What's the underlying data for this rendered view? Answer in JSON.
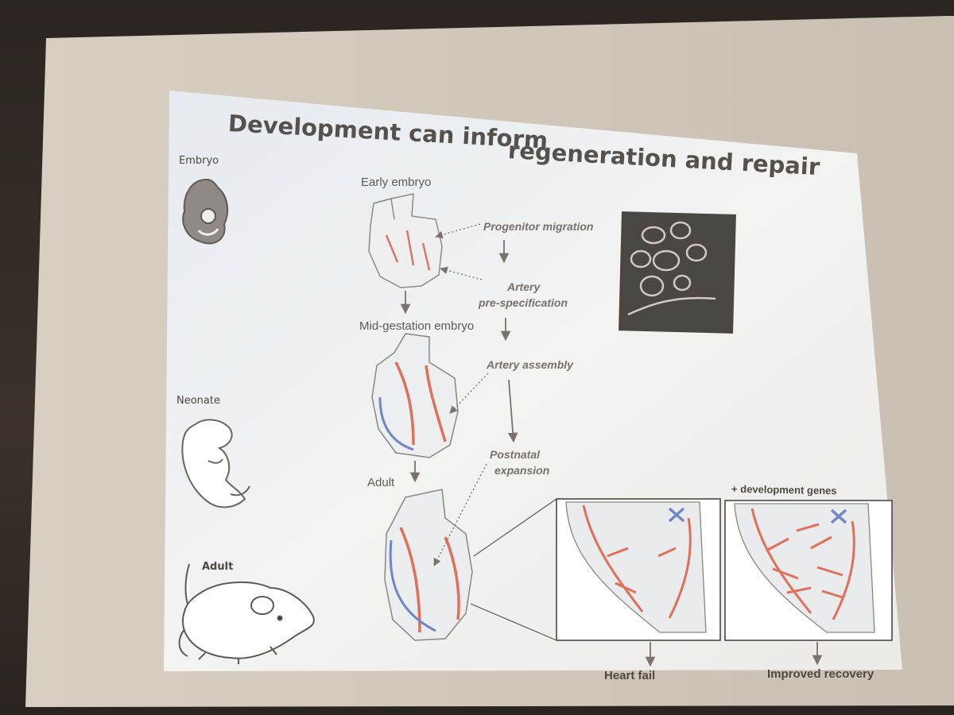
{
  "slide": {
    "title_line1": "Development can inform",
    "title_line2": "regeneration and repair",
    "organisms": {
      "embryo": "Embryo",
      "neonate": "Neonate",
      "adult": "Adult"
    },
    "stages": {
      "early": "Early embryo",
      "mid": "Mid-gestation embryo",
      "adult": "Adult"
    },
    "steps": {
      "progenitor": "Progenitor migration",
      "artery_line1": "Artery",
      "artery_line2": "pre-specification",
      "assembly": "Artery assembly",
      "postnatal_line1": "Postnatal",
      "postnatal_line2": "expansion"
    },
    "panel_right_label": "+ development genes",
    "outcomes": {
      "left": "Heart fail",
      "right": "Improved recovery"
    }
  },
  "colors": {
    "artery": "#e0705a",
    "vein": "#6f86c8",
    "block_x": "#6f86c8",
    "slide_bg": "#eef0f4"
  }
}
